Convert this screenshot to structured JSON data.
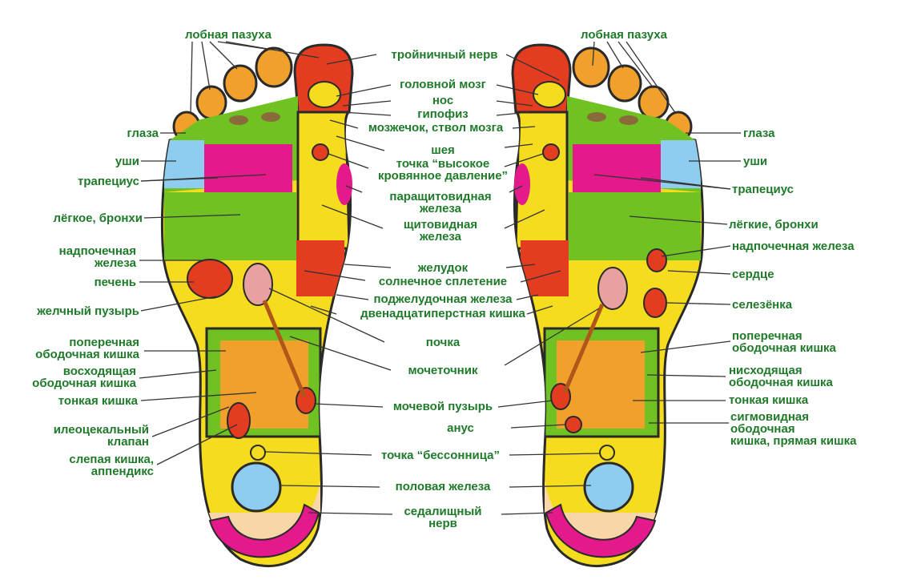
{
  "colors": {
    "label_text": "#1f7a2a",
    "leader_line": "#333333",
    "outline": "#2a2a2a",
    "yellow": "#f5dc1e",
    "orange": "#f2a02c",
    "green": "#6fc222",
    "magenta": "#e4198c",
    "red": "#e43c20",
    "blue": "#8fcdf0",
    "peach": "#f7d7a8"
  },
  "center_labels": {
    "trigeminal": "тройничный нерв",
    "brain": "головной мозг",
    "nose": "нос",
    "pituitary": "гипофиз",
    "cerebellum": "мозжечок, ствол мозга",
    "neck": "шея",
    "hypertension_1": "точка “высокое",
    "hypertension_2": "кровянное давление”",
    "parathyroid_1": "паращитовидная",
    "parathyroid_2": "железа",
    "thyroid_1": "щитовидная",
    "thyroid_2": "железа",
    "stomach": "желудок",
    "solar_plexus": "солнечное сплетение",
    "pancreas": "поджелудочная железа",
    "duodenum": "двенадцатиперстная кишка",
    "kidney": "почка",
    "ureter": "мочеточник",
    "bladder": "мочевой пузырь",
    "anus": "анус",
    "insomnia": "точка “бессонница”",
    "gonad": "половая железа",
    "sciatic_1": "седалищный",
    "sciatic_2": "нерв"
  },
  "left_labels": {
    "sinus": "лобная пазуха",
    "eyes": "глаза",
    "ears": "уши",
    "trapezius": "трапециус",
    "lung": "лёгкое, бронхи",
    "adrenal_1": "надпочечная",
    "adrenal_2": "железа",
    "liver": "печень",
    "gallbladder": "желчный пузырь",
    "transverse_1": "поперечная",
    "transverse_2": "ободочная кишка",
    "ascending_1": "восходящая",
    "ascending_2": "ободочная кишка",
    "small_intestine": "тонкая кишка",
    "ileocecal_1": "илеоцекальный",
    "ileocecal_2": "клапан",
    "cecum_1": "слепая кишка,",
    "cecum_2": "аппендикс"
  },
  "right_labels": {
    "sinus": "лобная пазуха",
    "eyes": "глаза",
    "ears": "уши",
    "trapezius": "трапециус",
    "lungs": "лёгкие, бронхи",
    "adrenal": "надпочечная железа",
    "heart": "сердце",
    "spleen": "селезёнка",
    "transverse_1": "поперечная",
    "transverse_2": "ободочная кишка",
    "descending_1": "нисходящая",
    "descending_2": "ободочная кишка",
    "small_intestine": "тонкая кишка",
    "sigmoid_1": "сигмовидная",
    "sigmoid_2": "ободочная",
    "sigmoid_3": "кишка, прямая кишка"
  }
}
